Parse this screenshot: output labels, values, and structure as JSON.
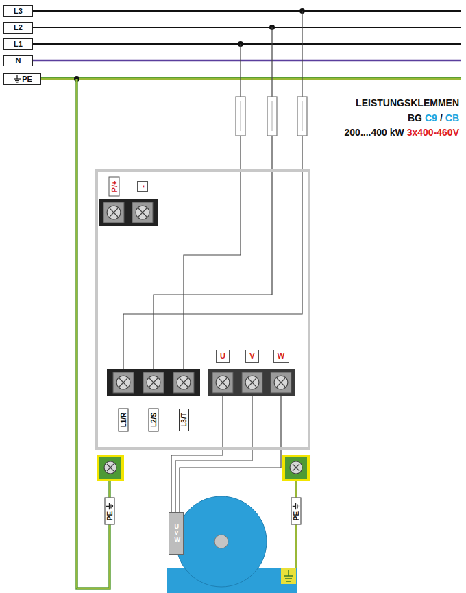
{
  "diagram": {
    "title": "LEISTUNGSKLEMMEN",
    "nodes": [
      {
        "text": [
          "L3"
        ]
      },
      {
        "text": [
          "L2"
        ]
      },
      {
        "text": [
          "L1"
        ]
      },
      {
        "text": [
          "N"
        ]
      },
      {
        "text": [
          "PE"
        ]
      },
      {
        "text": [
          "P/+"
        ]
      },
      {
        "text": [
          "-"
        ]
      },
      {
        "text": [
          "U"
        ]
      },
      {
        "text": [
          "V"
        ]
      },
      {
        "text": [
          "W"
        ]
      },
      {
        "text": [
          "L1/R"
        ]
      },
      {
        "text": [
          "L2/S"
        ]
      },
      {
        "text": [
          "L3/T"
        ]
      },
      {
        "text": [
          "PE"
        ]
      },
      {
        "text": [
          "PE"
        ]
      },
      {
        "text": [
          "U V W"
        ]
      }
    ],
    "labels": [
      "BG",
      "C9",
      "/",
      "CB",
      "200....400 kW",
      "3x400-460V"
    ]
  }
}
